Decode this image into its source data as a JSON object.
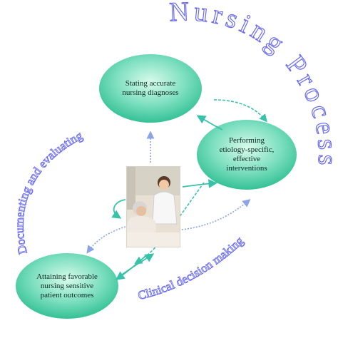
{
  "nodes": {
    "diagnoses": {
      "lines": [
        "Stating accurate",
        "nursing diagnoses"
      ]
    },
    "interventions": {
      "lines": [
        "Performing",
        "etiology-specific,",
        "effective",
        "interventions"
      ]
    },
    "outcomes": {
      "lines": [
        "Attaining favorable",
        "nursing sensitive",
        "patient outcomes"
      ]
    }
  },
  "curved_labels": {
    "nursing_process": "Nursing Process",
    "documenting": "Documenting and evaluating",
    "clinical": "Clinical decision making"
  },
  "colors": {
    "node_fill": "#35c89a",
    "node_center": "#d8faec",
    "curved_text_fill": "#ffffff",
    "curved_text_stroke": "#6a6cf0",
    "arrow_solid": "#39c2aa",
    "arrow_dotted": "#8aa4e6"
  },
  "photo": {
    "description_icon": "nurse-with-patient-photo"
  }
}
